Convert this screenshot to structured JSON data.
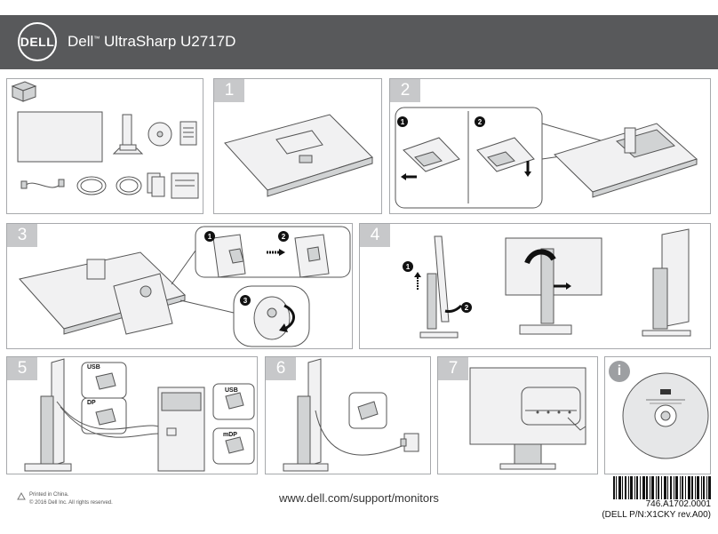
{
  "header": {
    "logo_text": "DELL",
    "product_title": "Dell",
    "product_tm": "™",
    "product_model": "UltraSharp U2717D"
  },
  "steps": {
    "s1": "1",
    "s2": "2",
    "s3": "3",
    "s4": "4",
    "s5": "5",
    "s6": "6",
    "s7": "7",
    "info": "i"
  },
  "callouts": {
    "c1": "1",
    "c2": "2",
    "c3": "3"
  },
  "connectors": {
    "usb_top": "USB",
    "dp": "DP",
    "usb_pc": "USB",
    "mdp": "mDP"
  },
  "footer": {
    "printed": "Printed in China.",
    "copyright": "© 2016 Dell Inc. All rights reserved.",
    "url": "www.dell.com/support/monitors",
    "part_number": "746.A1702.0001",
    "dell_pn": "(DELL P/N:X1CKY rev.A00)"
  },
  "colors": {
    "header_bg": "#58595b",
    "panel_border": "#a7a9ac",
    "step_badge": "#c7c8ca"
  }
}
